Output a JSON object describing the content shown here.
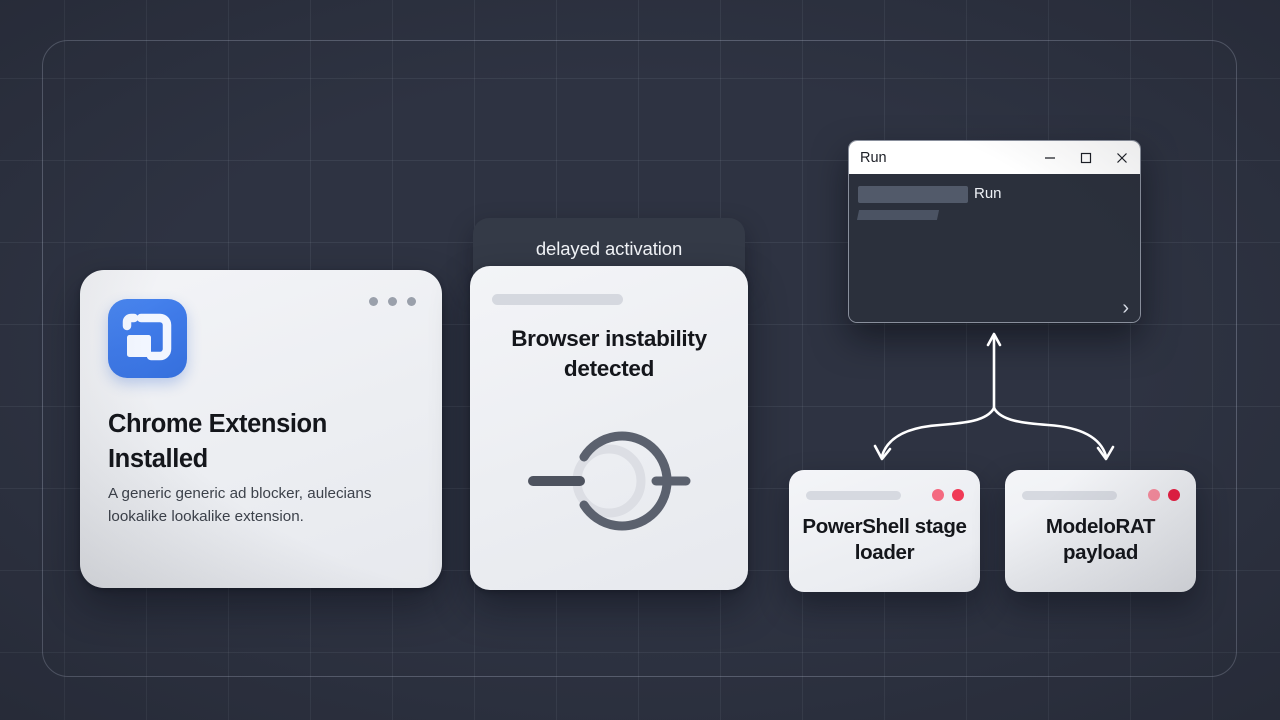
{
  "background": {
    "panel_color": "#2e3342",
    "outer_color": "#292c38",
    "grid_line_color": "rgba(190,200,220,0.085)",
    "frame_border_color": "rgba(200,210,230,0.30)"
  },
  "extension_card": {
    "icon_name": "chrome-extension-icon",
    "icon_color": "#3f7ae8",
    "title": "Chrome Extension Installed",
    "description": "A generic generic ad blocker, aulecians lookalike lookalike extension.",
    "menu_dots_count": 3,
    "dot_color": "#9aa0ab"
  },
  "activation_card": {
    "tab_label": "delayed activation",
    "tab_color": "#343a47",
    "placeholder_bar_color": "#d5d8df",
    "title": "Browser instability detected",
    "icon_name": "power-ring-icon",
    "icon_color": "#5b616e"
  },
  "run_window": {
    "title": "Run",
    "window_controls": [
      {
        "name": "minimize",
        "glyph": "—"
      },
      {
        "name": "maximize",
        "glyph": "□"
      },
      {
        "name": "close",
        "glyph": "✕"
      }
    ],
    "body_label": "Run",
    "chevron_glyph": "›",
    "titlebar_color": "#ffffff",
    "body_color": "#2b303c",
    "bar_color": "#525a6a"
  },
  "payload_cards": [
    {
      "label": "PowerShell stage loader",
      "bar_color": "#d6d9e0",
      "dots": [
        "#f46a80",
        "#f03a56"
      ]
    },
    {
      "label": "ModeloRAT payload",
      "bar_color": "#d6d9e0",
      "dots": [
        "#f78c9e",
        "#e81e42"
      ]
    }
  ],
  "connector": {
    "name": "three-way-branch-arrow",
    "color": "#ffffff",
    "directions": [
      "up",
      "down-left",
      "down-right"
    ]
  }
}
